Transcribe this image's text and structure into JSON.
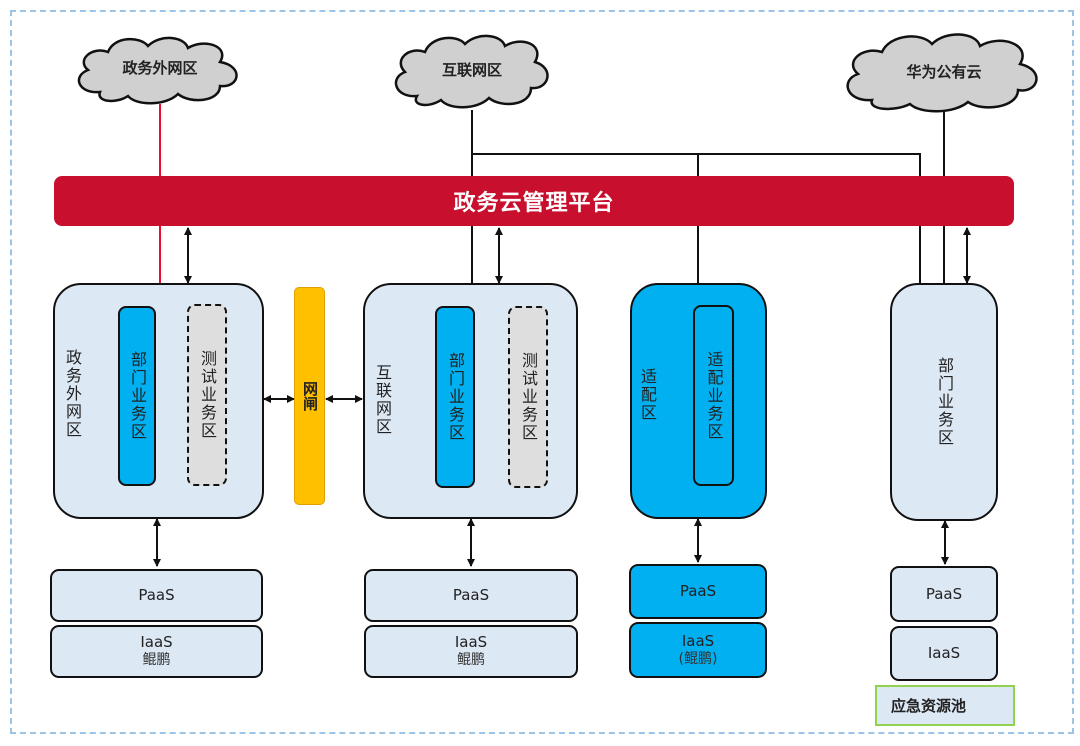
{
  "clouds": {
    "gov_external": "政务外网区",
    "internet": "互联网区",
    "huawei_public": "华为公有云"
  },
  "platform": {
    "title": "政务云管理平台"
  },
  "zones": {
    "gov_external": {
      "label": "政务外网区",
      "dept_area": "部门业务区",
      "test_area": "测试业务区",
      "paas": "PaaS",
      "iaas": "IaaS",
      "iaas_sub": "鲲鹏"
    },
    "gateway": {
      "label": "网闸"
    },
    "internet": {
      "label": "互联网区",
      "dept_area": "部门业务区",
      "test_area": "测试业务区",
      "paas": "PaaS",
      "iaas": "IaaS",
      "iaas_sub": "鲲鹏"
    },
    "adapter": {
      "label": "适配区",
      "adapter_area": "适配业务区",
      "paas": "PaaS",
      "iaas": "IaaS",
      "iaas_sub": "(鲲鹏)"
    },
    "huawei": {
      "dept_area": "部门业务区",
      "paas": "PaaS",
      "iaas": "IaaS",
      "pool": "应急资源池"
    }
  },
  "colors": {
    "platform": "#c8102e",
    "zone_light": "#dde8f5",
    "zone_blue": "#00b0f0",
    "gateway": "#ffc000",
    "test_area": "#dedede",
    "cloud": "#d0d0d0",
    "pool_border": "#92d050",
    "frame_border": "#9cc3e8",
    "red_link": "#e8102e"
  }
}
